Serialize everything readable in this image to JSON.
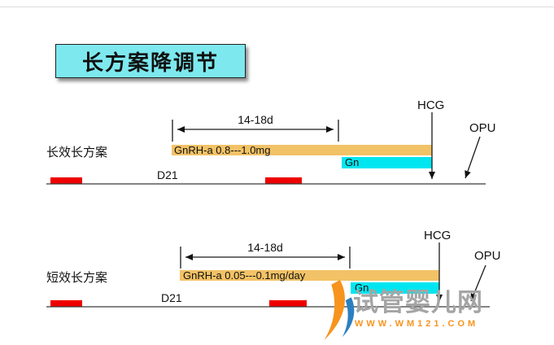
{
  "title": "长方案降调节",
  "protocols": [
    {
      "name": "长效长方案",
      "duration": "14-18d",
      "drug": "GnRH-a 0.8---1.0mg",
      "gn": "Gn",
      "d21": "D21",
      "hcg": "HCG",
      "opu": "OPU"
    },
    {
      "name": "短效长方案",
      "duration": "14-18d",
      "drug": "GnRH-a 0.05---0.1mg/day",
      "gn": "Gn",
      "d21": "D21",
      "hcg": "HCG",
      "opu": "OPU"
    }
  ],
  "watermark": {
    "site_name": "试管婴儿网",
    "site_url": "WWW.WM121.COM"
  },
  "colors": {
    "title_bg": "#7de9ef",
    "bar_orange": "#f2c266",
    "bar_cyan": "#00e6f0",
    "block_red": "#ee0000",
    "watermark_gray": "#a5a5a5",
    "watermark_orange": "#f7941d",
    "logo_blue": "#2b7fc0"
  }
}
